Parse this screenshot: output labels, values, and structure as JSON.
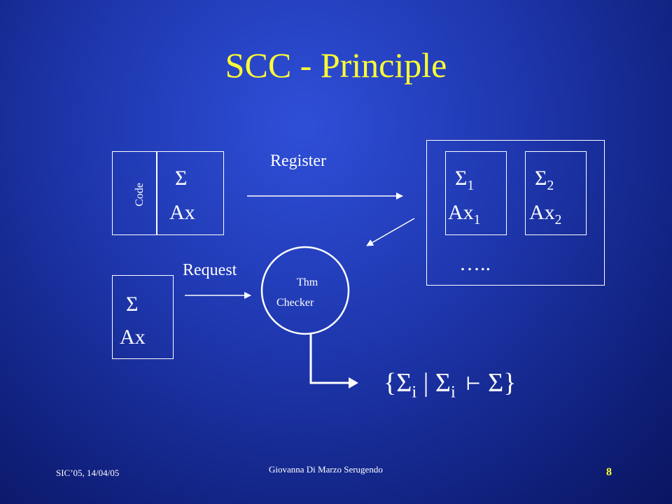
{
  "slide": {
    "title": "SCC - Principle",
    "footer_left": "SIC’05,  14/04/05",
    "footer_center": "Giovanna Di Marzo Serugendo",
    "page_number": "8"
  },
  "diagram": {
    "component_box": {
      "code_label": "Code",
      "sigma": "Σ",
      "ax": "Ax"
    },
    "register_label": "Register",
    "registry": {
      "sigma1": "Σ",
      "sigma1_sub": "1",
      "ax1": "Ax",
      "ax1_sub": "1",
      "sigma2": "Σ",
      "sigma2_sub": "2",
      "ax2": "Ax",
      "ax2_sub": "2",
      "ellipsis": "….."
    },
    "request_label": "Request",
    "request_box": {
      "sigma": "Σ",
      "ax": "Ax"
    },
    "thm_checker": {
      "line1": "Thm",
      "line2": "Checker"
    },
    "result": {
      "open": "{Σ",
      "sub1": "i",
      "bar": " | Σ",
      "sub2": "i",
      "turnstile": "⊢",
      "close": "Σ}"
    }
  }
}
